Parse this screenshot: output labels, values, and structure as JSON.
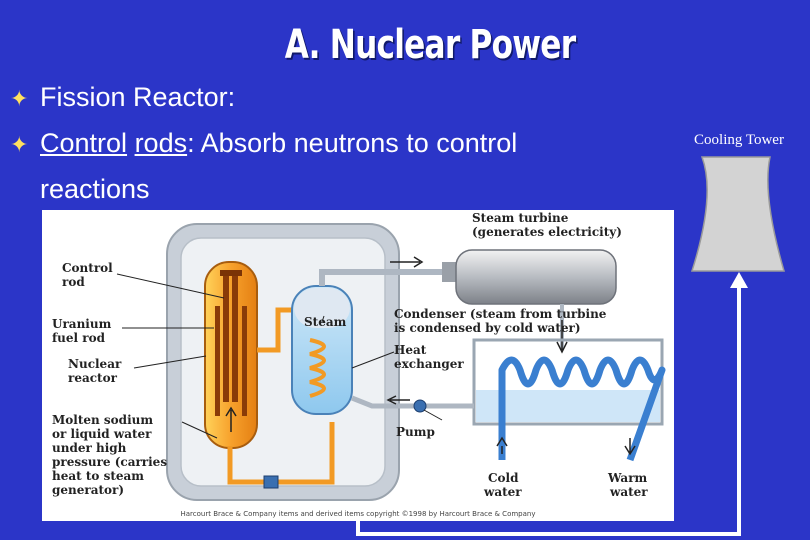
{
  "slide": {
    "title": "A. Nuclear Power",
    "bullet1": {
      "word1": "Fission",
      "word2": "Reactor:"
    },
    "bullet2": {
      "control": "Control",
      "rods": "rods",
      "rest": ": Absorb neutrons to control",
      "line2": "reactions"
    },
    "cooling_tower_label": "Cooling Tower"
  },
  "diagram": {
    "label_control_rod_1": "Control",
    "label_control_rod_2": "rod",
    "label_uranium_1": "Uranium",
    "label_uranium_2": "fuel rod",
    "label_nuclear_1": "Nuclear",
    "label_nuclear_2": "reactor",
    "label_molten_1": "Molten sodium",
    "label_molten_2": "or liquid water",
    "label_molten_3": "under high",
    "label_molten_4": "pressure (carries",
    "label_molten_5": "heat to steam",
    "label_molten_6": "generator)",
    "label_steam": "Steam",
    "label_turbine_1": "Steam turbine",
    "label_turbine_2": "(generates electricity)",
    "label_condenser_1": "Condenser (steam from turbine",
    "label_condenser_2": "is condensed by cold water)",
    "label_heat_1": "Heat",
    "label_heat_2": "exchanger",
    "label_pump": "Pump",
    "label_cold_1": "Cold",
    "label_cold_2": "water",
    "label_warm_1": "Warm",
    "label_warm_2": "water",
    "copyright": "Harcourt Brace & Company items and derived items copyright ©1998 by Harcourt Brace & Company"
  },
  "colors": {
    "background": "#2b35c8",
    "bullet_star": "#ffe060",
    "reactor_core": "#f0901e",
    "water": "#8ec8ee",
    "coil": "#3a7fd0"
  }
}
